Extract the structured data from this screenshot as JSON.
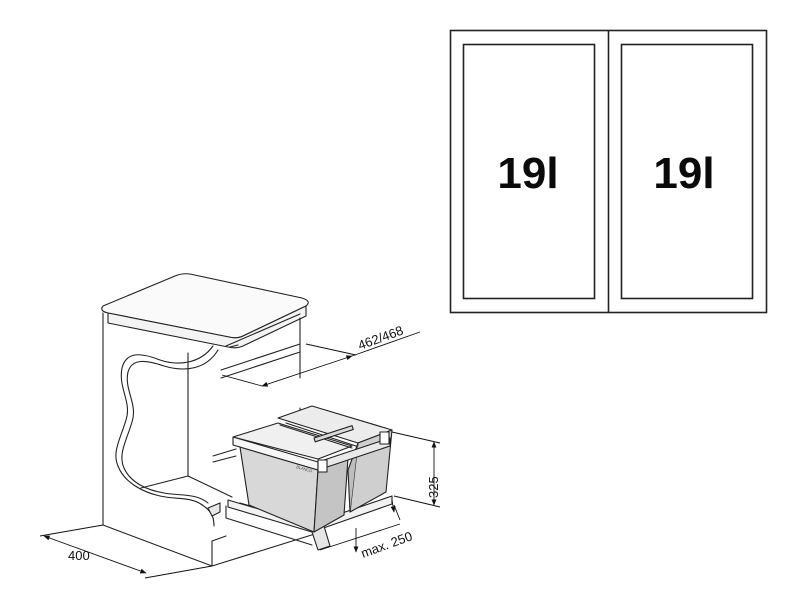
{
  "top_view": {
    "left_capacity": "19l",
    "right_capacity": "19l"
  },
  "dimensions": {
    "depth_range": "462/468",
    "height": "325",
    "extension": "max. 250",
    "width": "400"
  },
  "colors": {
    "line": "#222222",
    "bin_fill": "#dcdcdc",
    "bin_shade": "#c2c2c2",
    "frame_fill": "#f2f2f2"
  }
}
